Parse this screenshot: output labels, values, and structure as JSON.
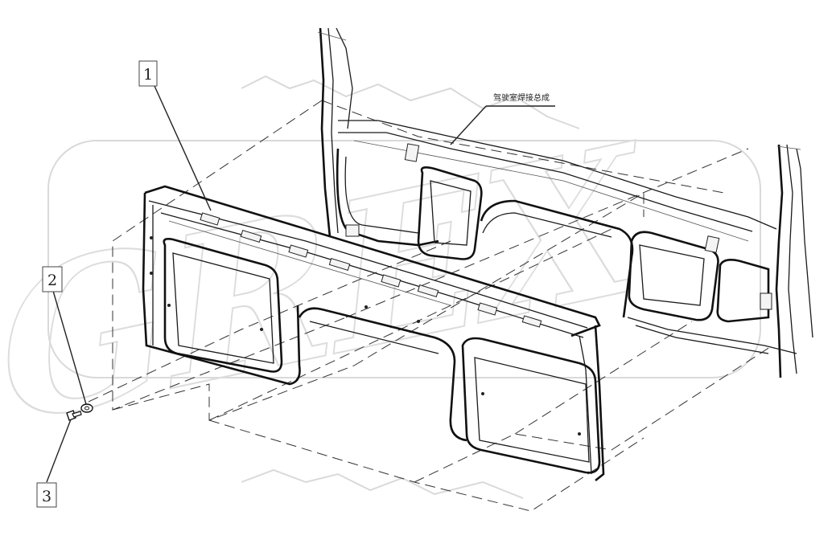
{
  "diagram": {
    "callouts": [
      {
        "id": "1",
        "label": "1"
      },
      {
        "id": "2",
        "label": "2"
      },
      {
        "id": "3",
        "label": "3"
      }
    ],
    "assembly_label": "驾驶室焊接总成",
    "watermark_text": "GREX",
    "colors": {
      "line": "#1a1a1a",
      "watermark": "#d9d9d9",
      "background": "#ffffff"
    }
  }
}
